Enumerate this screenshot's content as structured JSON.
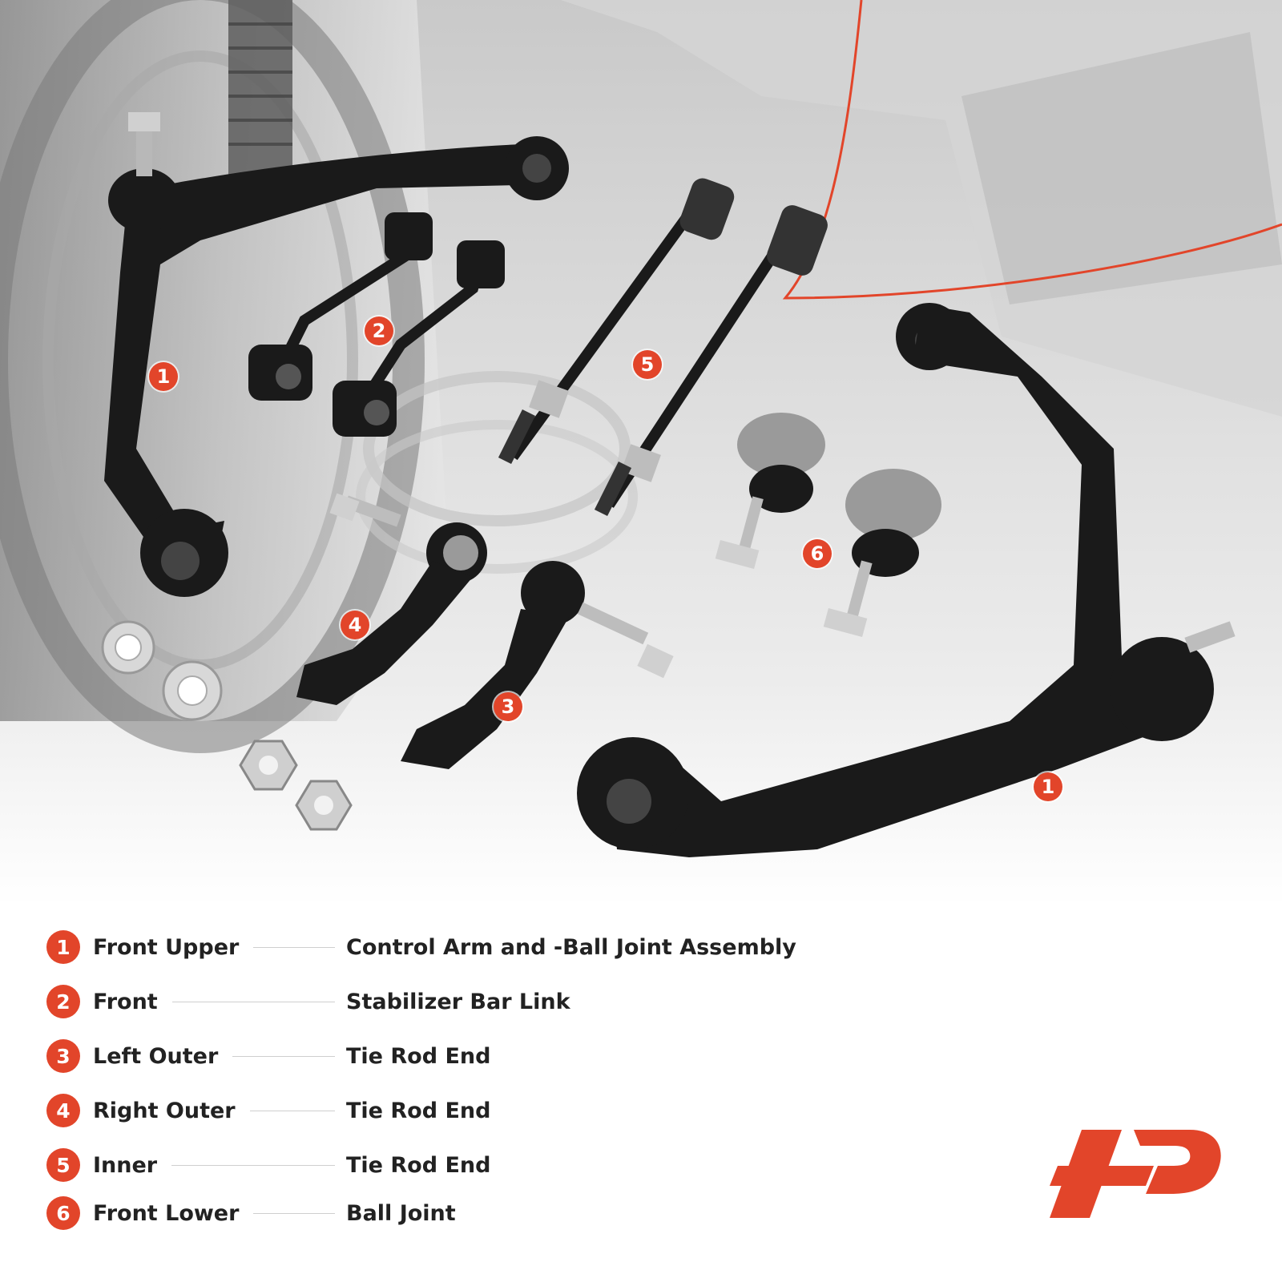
{
  "callouts": {
    "c1": "1",
    "c2": "2",
    "c3": "3",
    "c4": "4",
    "c5": "5",
    "c6": "6"
  },
  "legend": [
    {
      "num": "1",
      "left": "Front Upper",
      "right": "Control Arm and -Ball Joint Assembly"
    },
    {
      "num": "2",
      "left": "Front",
      "right": "Stabilizer Bar Link"
    },
    {
      "num": "3",
      "left": "Left Outer",
      "right": "Tie Rod End"
    },
    {
      "num": "4",
      "left": "Right Outer",
      "right": "Tie Rod End"
    },
    {
      "num": "5",
      "left": "Inner",
      "right": "Tie Rod End"
    },
    {
      "num": "6",
      "left": "Front Lower",
      "right": "Ball Joint"
    }
  ],
  "colors": {
    "accent": "#e2452a",
    "part": "#1a1a1a",
    "background_scene": "#d9d9d9"
  }
}
